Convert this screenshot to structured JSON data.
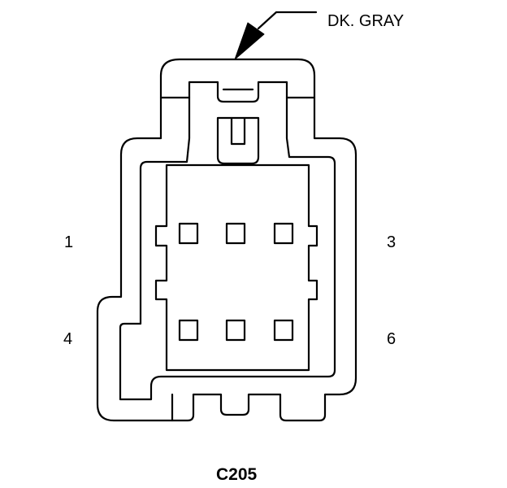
{
  "connector": {
    "id": "C205",
    "color": "DK. GRAY"
  },
  "pin_labels": {
    "top_left": "1",
    "top_right": "3",
    "bottom_left": "4",
    "bottom_right": "6"
  }
}
